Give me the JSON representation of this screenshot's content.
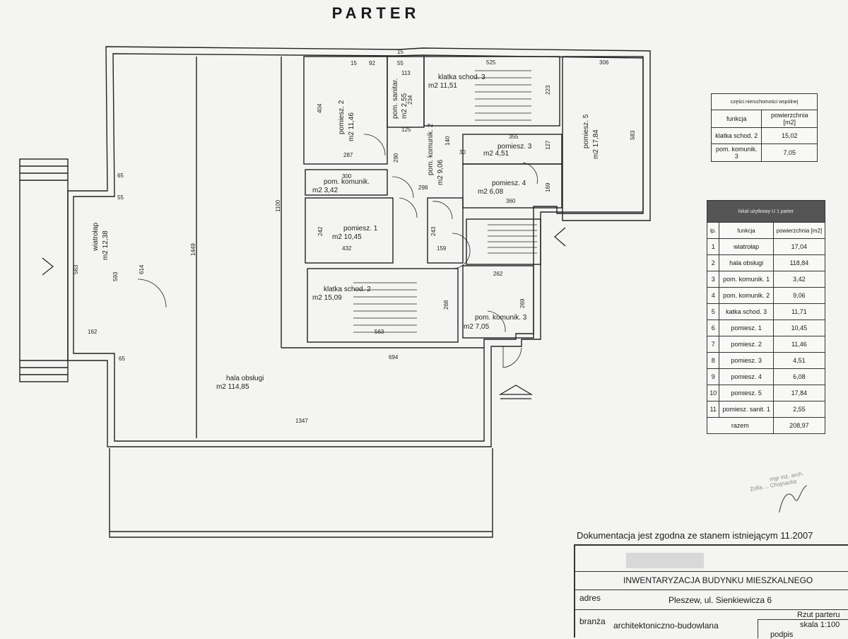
{
  "page": {
    "title": "PARTER"
  },
  "rooms": {
    "wiatrolap": {
      "name": "wiatrołap",
      "area": "m2  12,38"
    },
    "hala": {
      "name": "hala obsługi",
      "area": "m2  114,85"
    },
    "pomiesz2": {
      "name": "pomiesz. 2",
      "area": "m2  11,46"
    },
    "sanit": {
      "name": "pom. sanitar.",
      "area": "m2  2,55"
    },
    "klatka3": {
      "name": "klatka schod. 3",
      "area": "m2  11,51"
    },
    "pomiesz5": {
      "name": "pomiesz. 5",
      "area": "m2  17,84"
    },
    "komunik2": {
      "name": "pom. komunik. 2",
      "area": "m2  9,06"
    },
    "pomiesz3": {
      "name": "pomiesz. 3",
      "area": "m2  4,51"
    },
    "komunik1": {
      "name": "pom. komunik.",
      "area": "m2  3,42"
    },
    "pomiesz4": {
      "name": "pomiesz. 4",
      "area": "m2  6,08"
    },
    "pomiesz1": {
      "name": "pomiesz. 1",
      "area": "m2  10,45"
    },
    "klatka2": {
      "name": "klatka schod. 2",
      "area": "m2  15,09"
    },
    "komunik3": {
      "name": "pom. komunik. 3",
      "area": "m2  7,05"
    }
  },
  "dimensions": {
    "d92": "92",
    "d15a": "15",
    "d15b": "15",
    "d55": "55",
    "d113": "113",
    "d525": "525",
    "d306": "306",
    "d404": "404",
    "d234": "234",
    "d223": "223",
    "d583": "583",
    "d125": "125",
    "d355": "355",
    "d140": "140",
    "d127": "127",
    "d30": "30",
    "d287": "287",
    "d290": "290",
    "d300": "300",
    "d298": "298",
    "d169": "169",
    "d360": "360",
    "d1100": "1100",
    "d1449": "1449",
    "d65a": "65",
    "d55b": "55",
    "d593": "593",
    "d614": "614",
    "d563a": "563",
    "d242": "242",
    "d432": "432",
    "d243": "243",
    "d159": "159",
    "d262": "262",
    "d268": "268",
    "d269": "269",
    "d563b": "563",
    "d162": "162",
    "d65b": "65",
    "d694": "694",
    "d1347": "1347"
  },
  "table_common": {
    "title": "części nieruchomości wspólnej",
    "col_function": "funkcja",
    "col_area": "powierzchnia [m2]",
    "rows": [
      {
        "funkcja": "klatka schod. 2",
        "pow": "15,02"
      },
      {
        "funkcja": "pom. komunik. 3",
        "pow": "7,05"
      }
    ]
  },
  "table_usable": {
    "title": "lokal użytkowy U 1 parter",
    "col_lp": "lp.",
    "col_function": "funkcja",
    "col_area": "powierzchnia [m2]",
    "rows": [
      {
        "lp": "1",
        "funkcja": "wiatrołap",
        "pow": "17,04"
      },
      {
        "lp": "2",
        "funkcja": "hala obsługi",
        "pow": "118,84"
      },
      {
        "lp": "3",
        "funkcja": "pom. komunik. 1",
        "pow": "3,42"
      },
      {
        "lp": "4",
        "funkcja": "pom. komunik. 2",
        "pow": "9,06"
      },
      {
        "lp": "5",
        "funkcja": "katka schod. 3",
        "pow": "11,71"
      },
      {
        "lp": "6",
        "funkcja": "pomiesz. 1",
        "pow": "10,45"
      },
      {
        "lp": "7",
        "funkcja": "pomiesz. 2",
        "pow": "11,46"
      },
      {
        "lp": "8",
        "funkcja": "pomiesz. 3",
        "pow": "4,51"
      },
      {
        "lp": "9",
        "funkcja": "pomiesz. 4",
        "pow": "6,08"
      },
      {
        "lp": "10",
        "funkcja": "pomiesz. 5",
        "pow": "17,84"
      },
      {
        "lp": "11",
        "funkcja": "pomiesz. sanit. 1",
        "pow": "2,55"
      }
    ],
    "total_label": "razem",
    "total_value": "208,97"
  },
  "stamp": {
    "line1": "mgr inż. arch.",
    "line2": "Zofia ... Chojnacka"
  },
  "note": "Dokumentacja jest zgodna ze stanem istniejącym  11.2007",
  "titleblock": {
    "heading": "INWENTARYZACJA BUDYNKU MIESZKALNEGO",
    "address_label": "adres",
    "address_value": "Pleszew, ul. Sienkiewicza 6",
    "view": "Rzut parteru",
    "branch_label": "branża",
    "branch_value": "architektoniczno-budowlana",
    "scale": "skala 1:100",
    "signature_label": "podpis"
  }
}
